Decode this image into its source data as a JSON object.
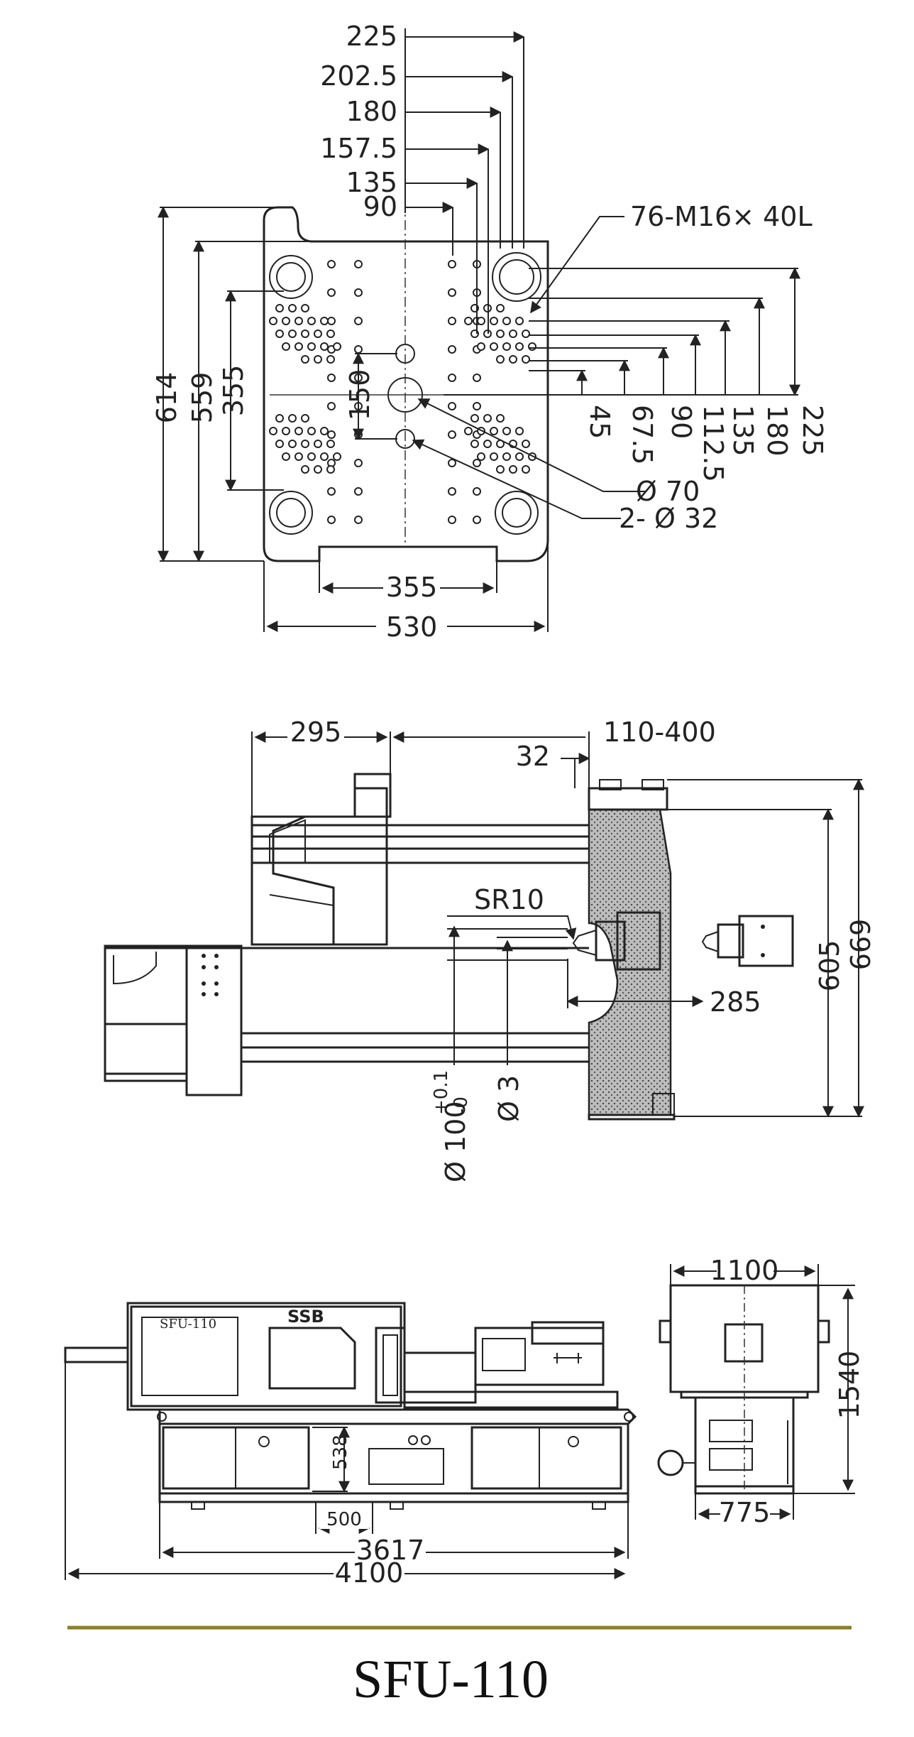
{
  "platen": {
    "top_dims": [
      "225",
      "202.5",
      "180",
      "157.5",
      "135",
      "90"
    ],
    "thread_note": "76-M16× 40L",
    "right_dims": [
      "45",
      "67.5",
      "90",
      "112.5",
      "135",
      "180",
      "225"
    ],
    "left_dims": [
      "614",
      "559",
      "355"
    ],
    "center_dim": "150",
    "center_hole": "Ø 70",
    "side_holes": "2- Ø 32",
    "bottom_inner": "355",
    "bottom_outer": "530"
  },
  "side_view": {
    "dim_left": "295",
    "dim_stroke": "110-400",
    "dim_32": "32",
    "sr": "SR10",
    "dim_285": "285",
    "dim_605": "605",
    "dim_669": "669",
    "nozzle_dia": "Ø 100",
    "tol_plus": "+0.1",
    "tol_minus": "-0",
    "orifice": "Ø 3"
  },
  "machine": {
    "model_badge": "SFU-110",
    "brand": "SSB",
    "dim_538": "538",
    "dim_500": "500",
    "dim_3617": "3617",
    "dim_4100": "4100",
    "dim_1100": "1100",
    "dim_1540": "1540",
    "dim_775": "775"
  },
  "footer": {
    "title": "SFU-110",
    "rule_color": "#8a7f2a"
  }
}
